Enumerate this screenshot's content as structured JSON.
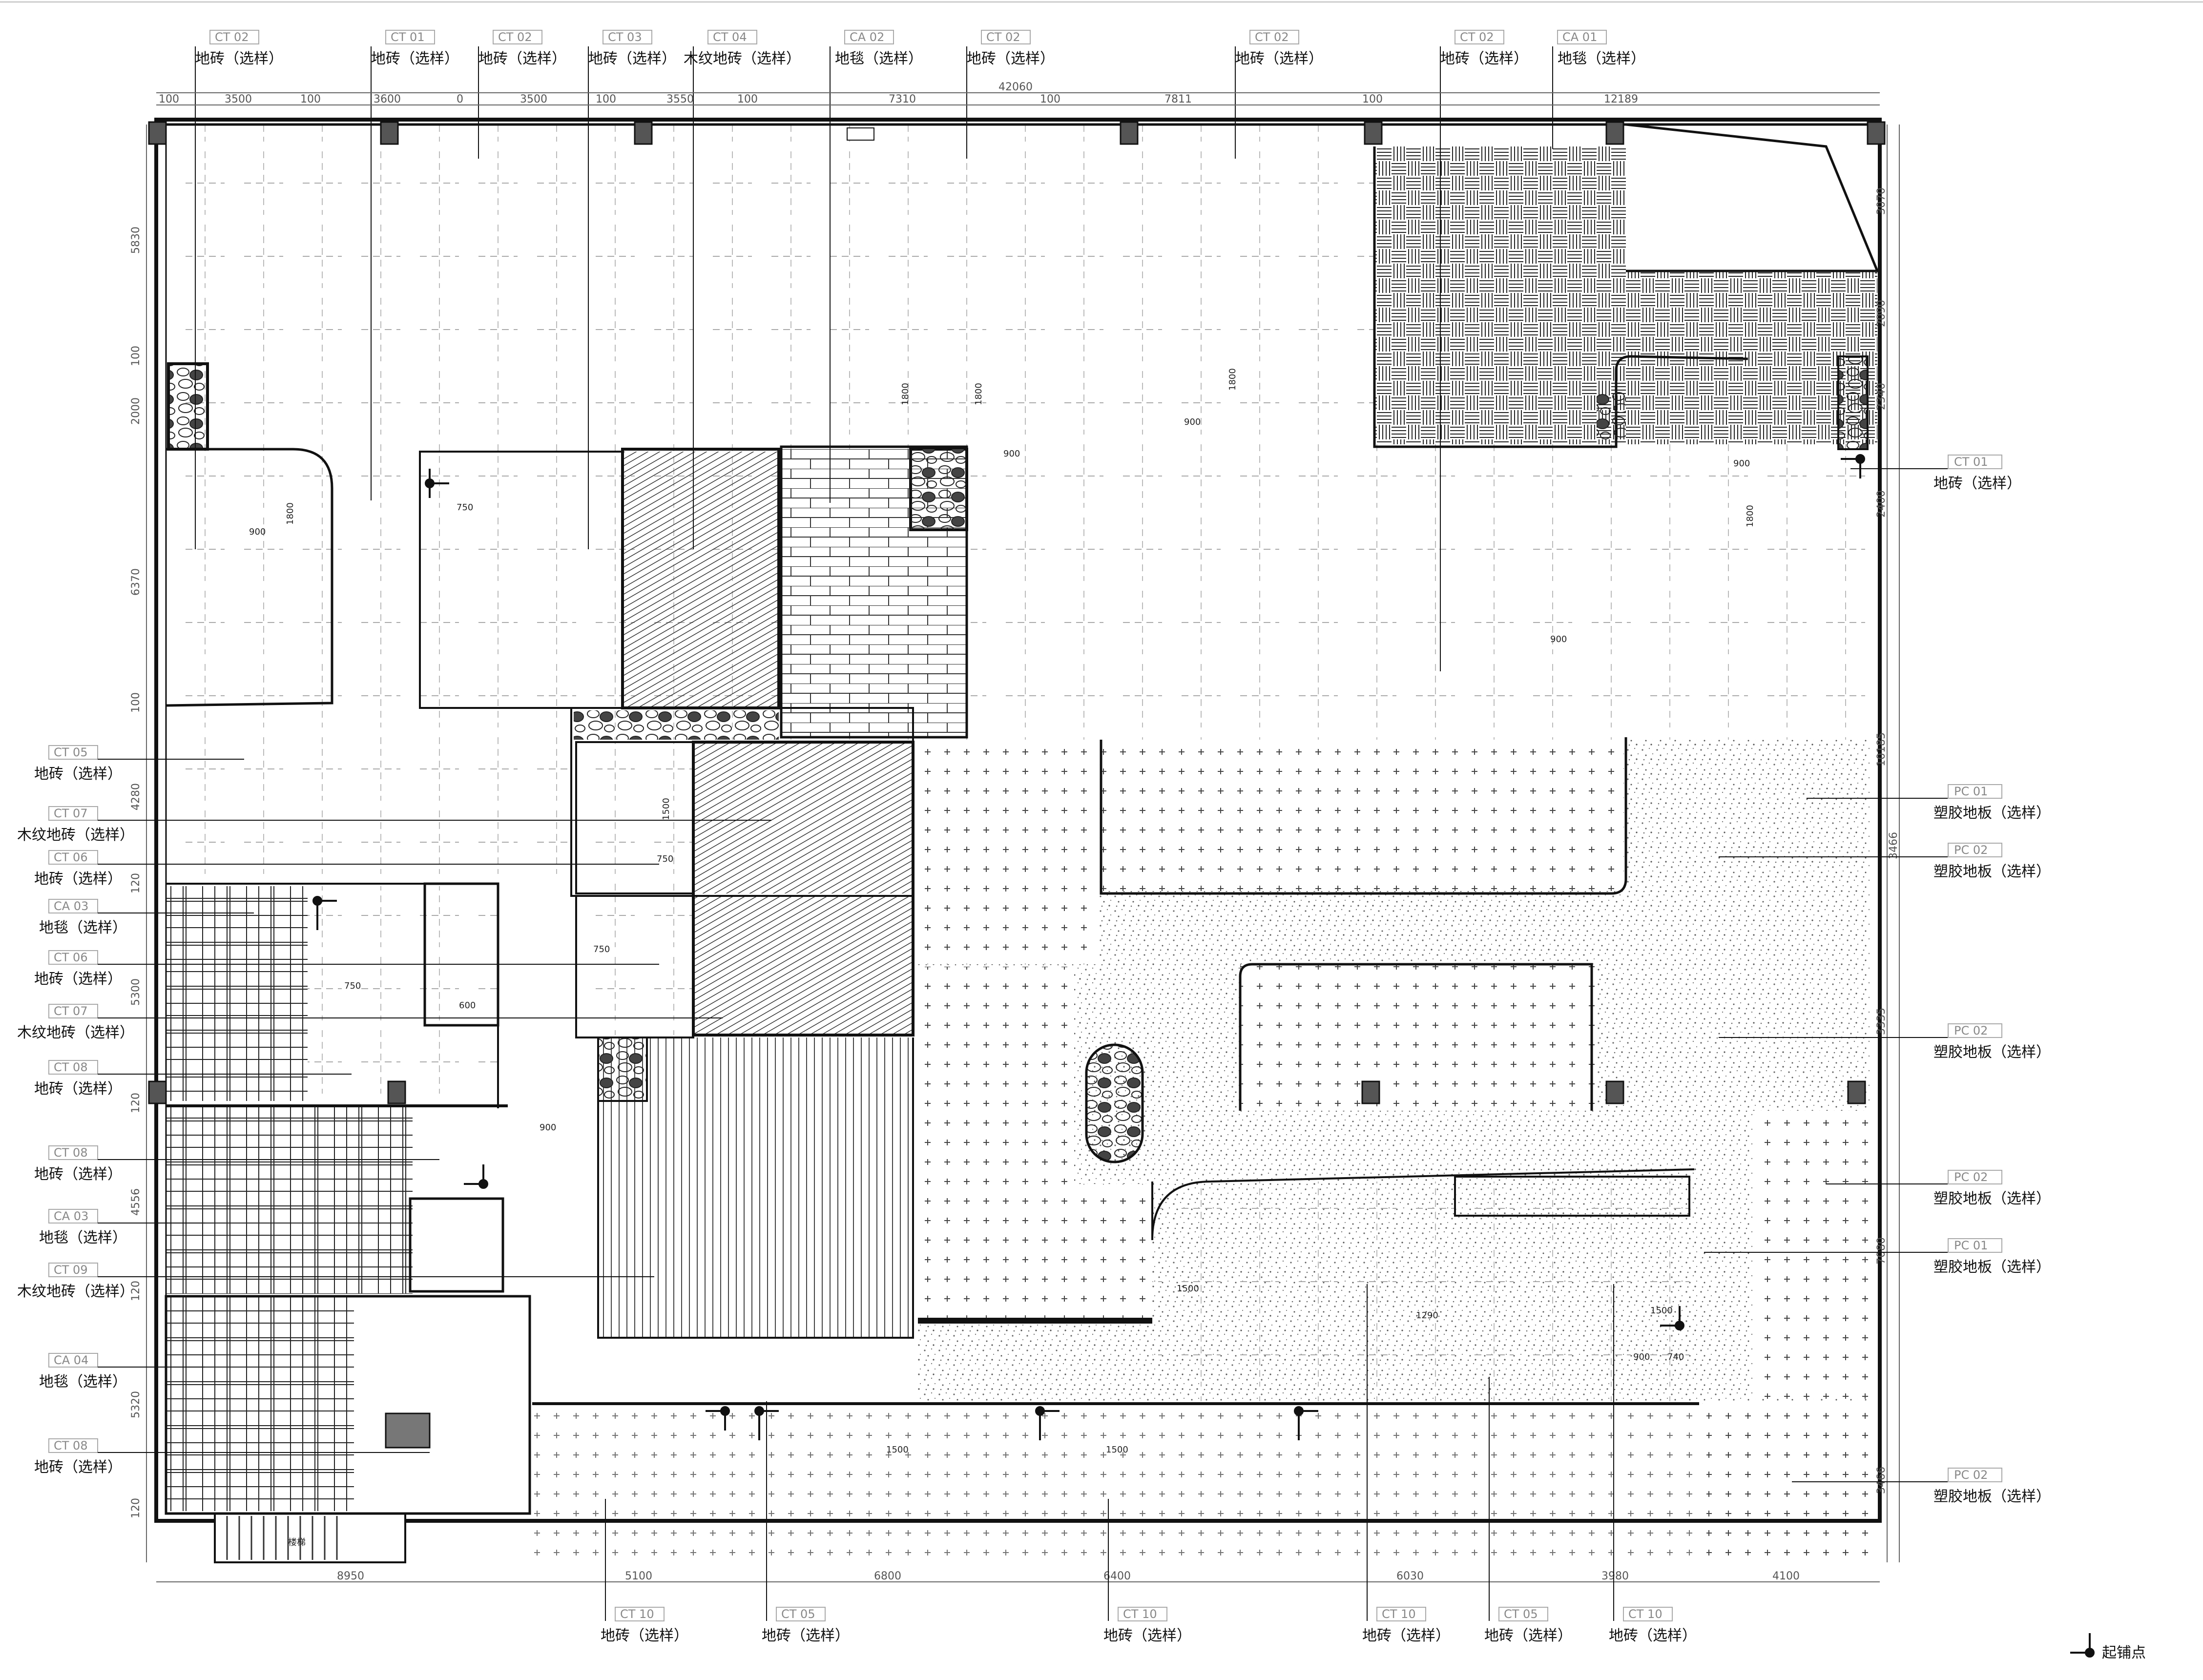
{
  "top_callouts": [
    {
      "code": "CT 02",
      "text": "地砖（选样）"
    },
    {
      "code": "CT 01",
      "text": "地砖（选样）"
    },
    {
      "code": "CT 02",
      "text": "地砖（选样）"
    },
    {
      "code": "CT 03",
      "text": "地砖（选样）"
    },
    {
      "code": "CT 04",
      "text": "木纹地砖（选样）"
    },
    {
      "code": "CA 02",
      "text": "地毯（选样）"
    },
    {
      "code": "CT 02",
      "text": "地砖（选样）"
    },
    {
      "code": "CT 02",
      "text": "地砖（选样）"
    },
    {
      "code": "CT 02",
      "text": "地砖（选样）"
    },
    {
      "code": "CA 01",
      "text": "地毯（选样）"
    }
  ],
  "left_callouts": [
    {
      "code": "CT 05",
      "text": "地砖（选样）"
    },
    {
      "code": "CT 07",
      "text": "木纹地砖（选样）"
    },
    {
      "code": "CT 06",
      "text": "地砖（选样）"
    },
    {
      "code": "CA 03",
      "text": "地毯（选样）"
    },
    {
      "code": "CT 06",
      "text": "地砖（选样）"
    },
    {
      "code": "CT 07",
      "text": "木纹地砖（选样）"
    },
    {
      "code": "CT 08",
      "text": "地砖（选样）"
    },
    {
      "code": "CT 08",
      "text": "地砖（选样）"
    },
    {
      "code": "CA 03",
      "text": "地毯（选样）"
    },
    {
      "code": "CT 09",
      "text": "木纹地砖（选样）"
    },
    {
      "code": "CA 04",
      "text": "地毯（选样）"
    },
    {
      "code": "CT 08",
      "text": "地砖（选样）"
    }
  ],
  "right_callouts": [
    {
      "code": "CT 01",
      "text": "地砖（选样）"
    },
    {
      "code": "PC 01",
      "text": "塑胶地板（选样）"
    },
    {
      "code": "PC 02",
      "text": "塑胶地板（选样）"
    },
    {
      "code": "PC 02",
      "text": "塑胶地板（选样）"
    },
    {
      "code": "PC 02",
      "text": "塑胶地板（选样）"
    },
    {
      "code": "PC 01",
      "text": "塑胶地板（选样）"
    },
    {
      "code": "PC 02",
      "text": "塑胶地板（选样）"
    }
  ],
  "bottom_callouts": [
    {
      "code": "CT 10",
      "text": "地砖（选样）"
    },
    {
      "code": "CT 05",
      "text": "地砖（选样）"
    },
    {
      "code": "CT 10",
      "text": "地砖（选样）"
    },
    {
      "code": "CT 10",
      "text": "地砖（选样）"
    },
    {
      "code": "CT 05",
      "text": "地砖（选样）"
    },
    {
      "code": "CT 10",
      "text": "地砖（选样）"
    }
  ],
  "top_dimensions": [
    "100",
    "3500",
    "100",
    "3600",
    "0",
    "3500",
    "100",
    "3550",
    "100",
    "7310",
    "100",
    "7811",
    "100",
    "12189"
  ],
  "top_overall_dimension": "42060",
  "bottom_dimensions": [
    "8950",
    "5100",
    "6800",
    "6400",
    "6030",
    "3980",
    "4100"
  ],
  "left_dimensions": [
    "5830",
    "100",
    "2000",
    "6370",
    "100",
    "4280",
    "120",
    "5300",
    "120",
    "4556",
    "120",
    "5320",
    "120"
  ],
  "right_dimensions": [
    "3070",
    "2090",
    "2340",
    "2400",
    "10185",
    "3466",
    "3335",
    "7080",
    "3466"
  ],
  "inner_dimensions": [
    "900",
    "1800",
    "750",
    "1500",
    "600",
    "1290",
    "740"
  ],
  "stair_label": "楼梯",
  "origin_label": "起铺点"
}
